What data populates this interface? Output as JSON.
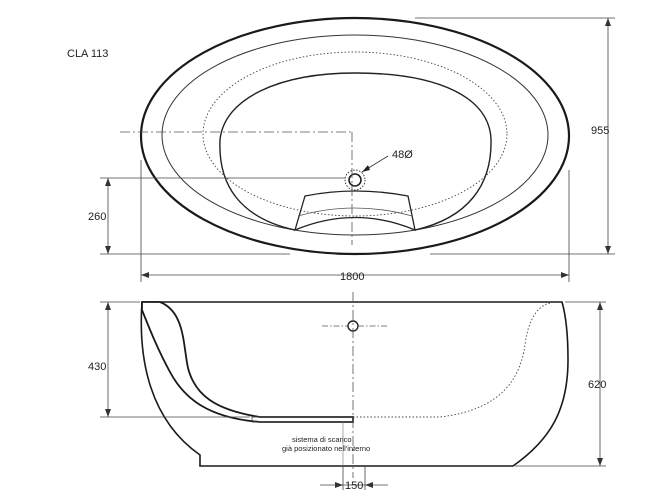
{
  "drawing": {
    "model_code": "CLA 113",
    "drain_diameter": "48Ø",
    "depth_top": "955",
    "offset_260": "260",
    "length_1800": "1800",
    "depth_430": "430",
    "height_620": "620",
    "drain_width_150": "150",
    "note_line1": "sistema di scarico",
    "note_line2": "già posizionato nell'interno"
  }
}
